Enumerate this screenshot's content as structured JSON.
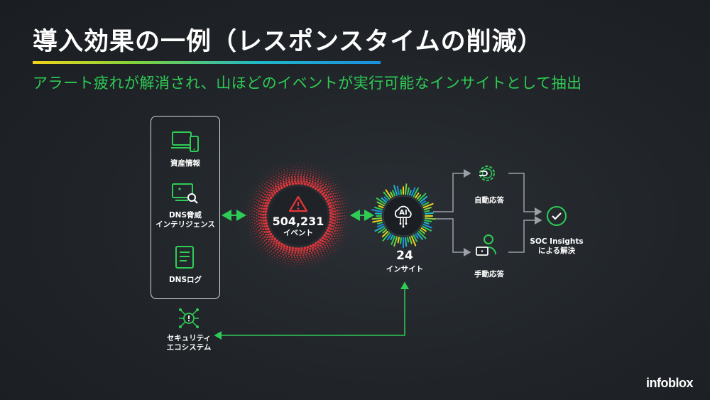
{
  "title": "導入効果の一例（レスポンスタイムの削減）",
  "subtitle": "アラート疲れが解消され、山ほどのイベントが実行可能なインサイトとして抽出",
  "sources": {
    "asset_label": "資産情報",
    "dns_threat_line1": "DNS脅威",
    "dns_threat_line2": "インテリジェンス",
    "dns_log_label": "DNSログ"
  },
  "events": {
    "count": "504,231",
    "label": "イベント"
  },
  "insights": {
    "ai_label": "AI",
    "count": "24",
    "label": "インサイト"
  },
  "ecosystem": {
    "line1": "セキュリティ",
    "line2": "エコシステム"
  },
  "responses": {
    "auto_label": "自動応答",
    "manual_label": "手動応答",
    "resolution_line1": "SOC Insights",
    "resolution_line2": "による解決"
  },
  "brand": {
    "logo_text": "infoblox",
    "accent": "#2ecc55"
  },
  "icons": [
    "laptop-phone-icon",
    "threat-search-icon",
    "document-icon",
    "warning-icon",
    "ai-cloud-icon",
    "gear-hand-icon",
    "person-laptop-icon",
    "check-circle-icon",
    "network-alert-icon"
  ]
}
